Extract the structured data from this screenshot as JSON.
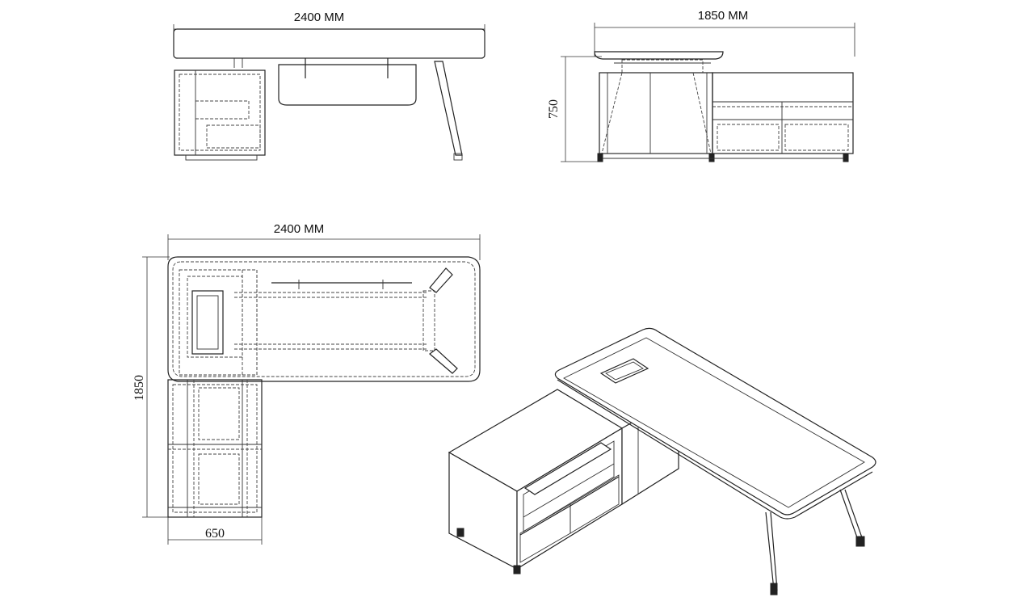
{
  "drawing": {
    "front_view": {
      "width_label": "2400 MM"
    },
    "side_view": {
      "width_label": "1850 MM",
      "height_label": "750"
    },
    "top_view": {
      "width_label": "2400 MM",
      "depth_label": "1850",
      "return_width_label": "650"
    }
  }
}
